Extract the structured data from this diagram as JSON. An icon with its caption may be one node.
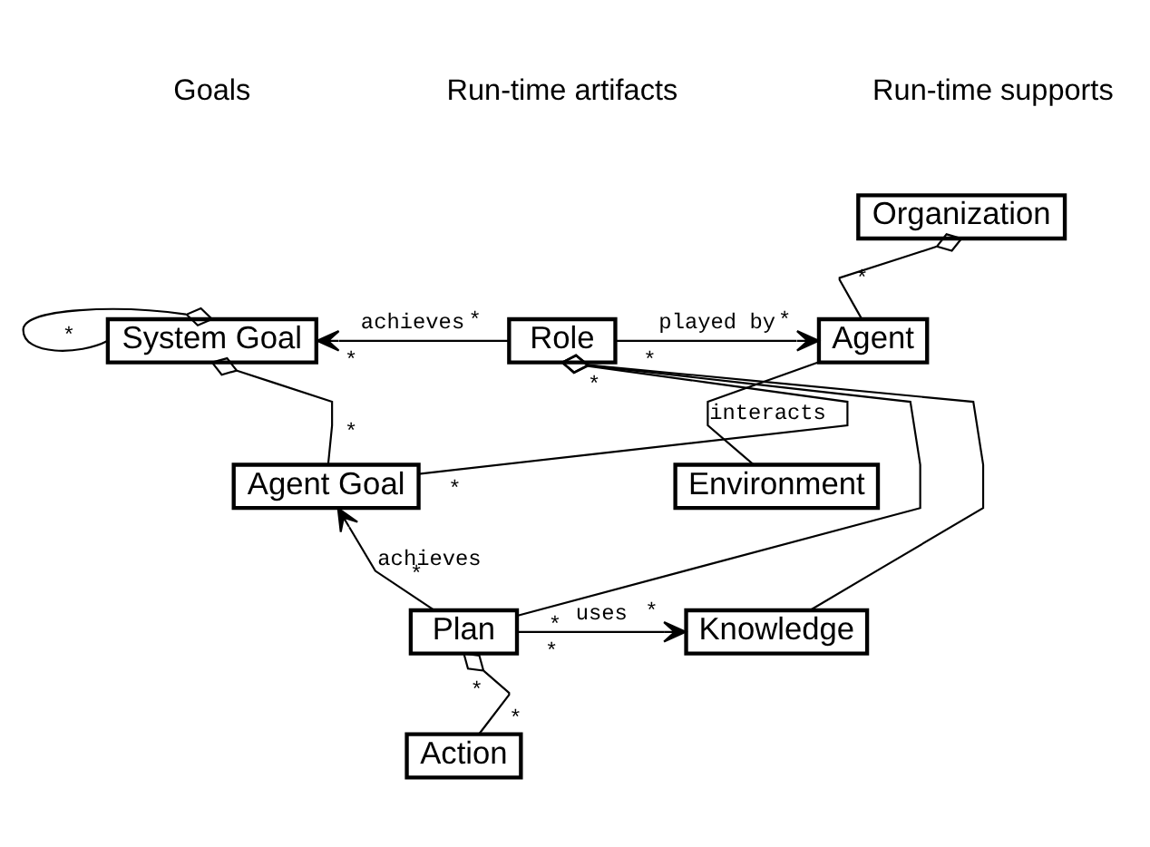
{
  "diagram": {
    "nodes": [
      {
        "text": [
          "Organization"
        ]
      },
      {
        "text": [
          "System Goal"
        ]
      },
      {
        "text": [
          "Role"
        ]
      },
      {
        "text": [
          "Agent"
        ]
      },
      {
        "text": [
          "Environment"
        ]
      },
      {
        "text": [
          "Agent Goal"
        ]
      },
      {
        "text": [
          "Plan"
        ]
      },
      {
        "text": [
          "Knowledge"
        ]
      },
      {
        "text": [
          "Action"
        ]
      }
    ],
    "edges": [
      {
        "from": 1,
        "to": 1,
        "arrow": "other"
      },
      {
        "from": 2,
        "to": 1,
        "arrow": "to",
        "label": "achieves"
      },
      {
        "from": 2,
        "to": 3,
        "arrow": "to",
        "label": "played by"
      },
      {
        "from": 3,
        "to": 0,
        "arrow": "other"
      },
      {
        "from": 3,
        "to": 4,
        "arrow": "none",
        "label": "interacts"
      },
      {
        "from": 5,
        "to": 1,
        "arrow": "other"
      },
      {
        "from": 5,
        "to": 2,
        "arrow": "other"
      },
      {
        "from": 6,
        "to": 2,
        "arrow": "other"
      },
      {
        "from": 7,
        "to": 2,
        "arrow": "other"
      },
      {
        "from": 6,
        "to": 5,
        "arrow": "to",
        "label": "achieves"
      },
      {
        "from": 6,
        "to": 7,
        "arrow": "to",
        "label": "uses"
      },
      {
        "from": 8,
        "to": 6,
        "arrow": "other"
      }
    ],
    "labels": [
      "Goals",
      "Run-time artifacts",
      "Run-time supports",
      "*",
      "*",
      "*",
      "*",
      "*",
      "*",
      "*",
      "*",
      "*",
      "*",
      "*",
      "*",
      "*",
      "*",
      "*"
    ]
  }
}
